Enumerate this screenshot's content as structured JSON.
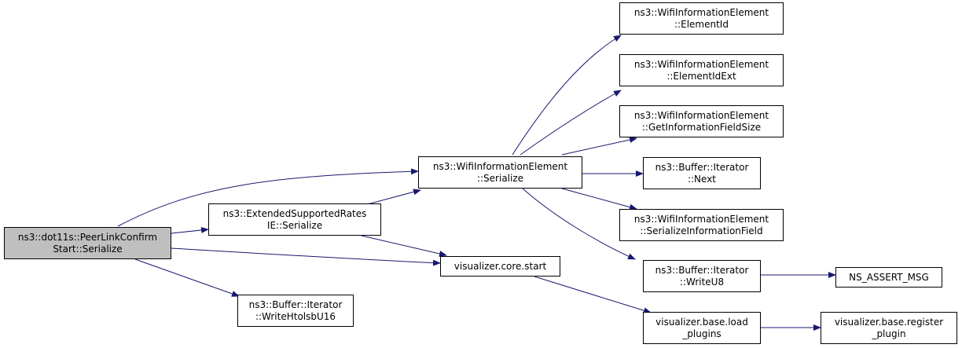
{
  "nodes": {
    "root": [
      "ns3::dot11s::PeerLinkConfirm",
      "Start::Serialize"
    ],
    "ext_rates": [
      "ns3::ExtendedSupportedRates",
      "IE::Serialize"
    ],
    "write_htolsb": [
      "ns3::Buffer::Iterator",
      "::WriteHtolsbU16"
    ],
    "wie_serialize": [
      "ns3::WifiInformationElement",
      "::Serialize"
    ],
    "viz_start": [
      "visualizer.core.start"
    ],
    "element_id": [
      "ns3::WifiInformationElement",
      "::ElementId"
    ],
    "element_id_ext": [
      "ns3::WifiInformationElement",
      "::ElementIdExt"
    ],
    "get_info_size": [
      "ns3::WifiInformationElement",
      "::GetInformationFieldSize"
    ],
    "iter_next": [
      "ns3::Buffer::Iterator",
      "::Next"
    ],
    "serialize_info": [
      "ns3::WifiInformationElement",
      "::SerializeInformationField"
    ],
    "write_u8": [
      "ns3::Buffer::Iterator",
      "::WriteU8"
    ],
    "load_plugins": [
      "visualizer.base.load",
      "_plugins"
    ],
    "ns_assert": [
      "NS_ASSERT_MSG"
    ],
    "register_plugin": [
      "visualizer.base.register",
      "_plugin"
    ]
  },
  "colors": {
    "edge": "#191970",
    "root_fill": "#bfbfbf",
    "node_fill": "#ffffff",
    "border": "#000000"
  }
}
